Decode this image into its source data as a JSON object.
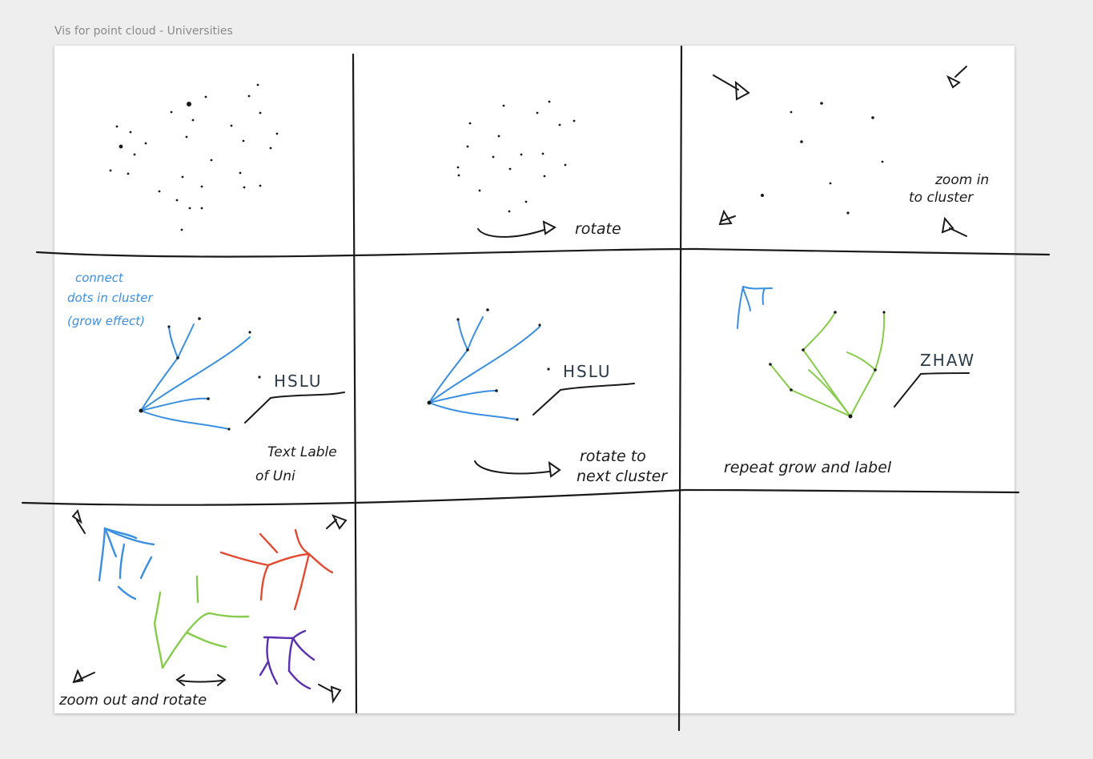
{
  "board": {
    "title": "Vis for point cloud - Universities"
  },
  "annotations": {
    "rotate": "rotate",
    "zoom_in_line1": "zoom in",
    "zoom_in_line2": "to cluster",
    "connect_line1": "connect",
    "connect_line2": "dots in cluster",
    "connect_line3": "(grow effect)",
    "label_hslu_1": "HSLU",
    "text_label_line1": "Text Lable",
    "text_label_line2": "of Uni",
    "label_hslu_2": "HSLU",
    "rotate_next_line1": "rotate to",
    "rotate_next_line2": "next cluster",
    "label_zhaw": "ZHAW",
    "repeat": "repeat grow and label",
    "zoom_out": "zoom out and rotate"
  },
  "colors": {
    "ink": "#1a1a1a",
    "blue": "#3b8fe0",
    "green": "#86cc4a",
    "red": "#e24a32",
    "purple": "#5a2fb0",
    "label_ink": "#2b3b4a"
  }
}
